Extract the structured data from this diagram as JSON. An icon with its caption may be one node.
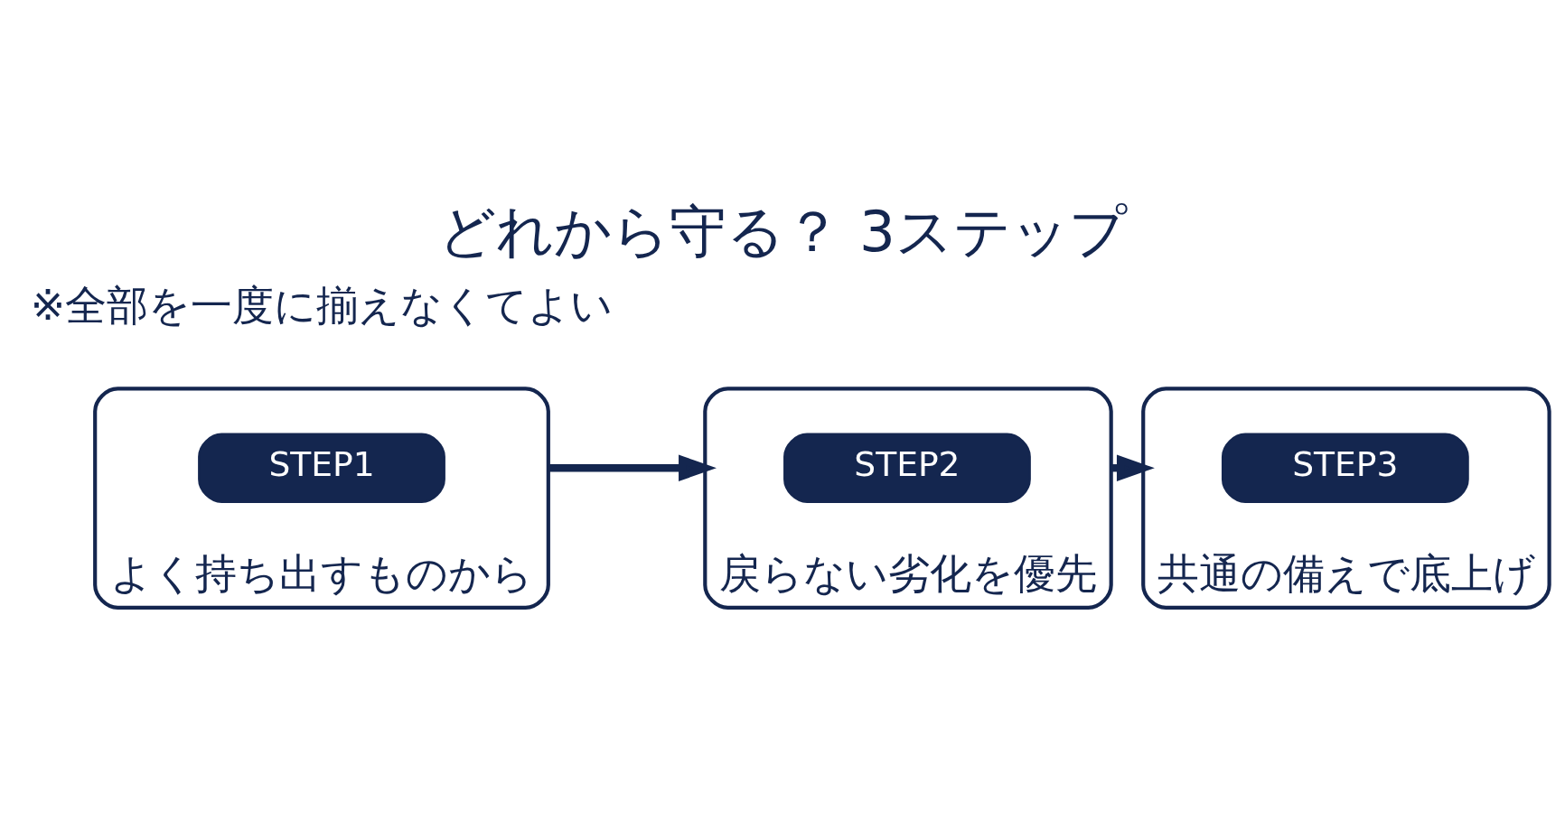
{
  "diagram": {
    "title": "どれから守る？ 3ステップ",
    "nodes": [
      {
        "text": [
          "よく持ち出すものから"
        ]
      },
      {
        "text": [
          "STEP1"
        ],
        "in": 0
      },
      {
        "text": [
          "戻らない劣化を優先"
        ]
      },
      {
        "text": [
          "STEP2"
        ],
        "in": 2
      },
      {
        "text": [
          "共通の備えで底上げ"
        ]
      },
      {
        "text": [
          "STEP3"
        ],
        "in": 4
      }
    ],
    "edges": [
      {
        "from": 0,
        "to": 2,
        "arrow": "to"
      },
      {
        "from": 2,
        "to": 4,
        "arrow": "to"
      }
    ],
    "labels": [
      "※全部を一度に揃えなくてよい"
    ]
  }
}
